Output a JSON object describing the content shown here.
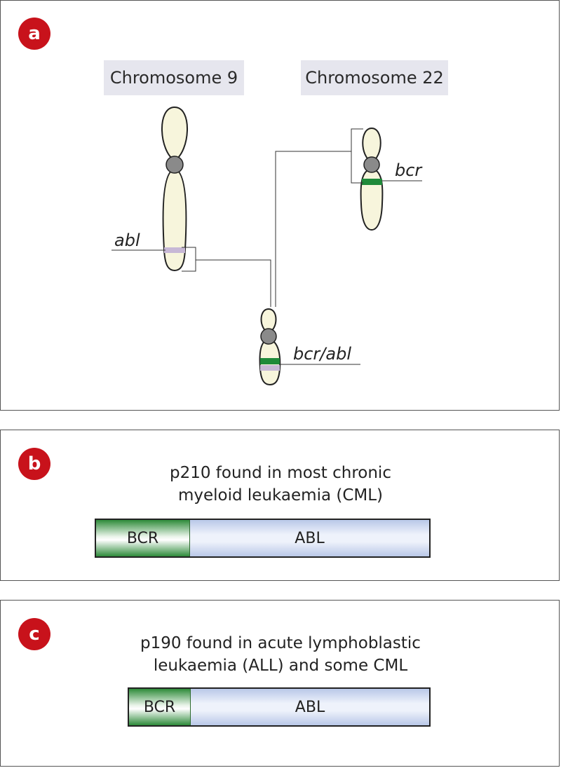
{
  "panel_a": {
    "badge": "a",
    "chromosome_9_title": "Chromosome 9",
    "chromosome_22_title": "Chromosome 22",
    "gene_abl": "abl",
    "gene_bcr": "bcr",
    "gene_fusion": "bcr/abl"
  },
  "panel_b": {
    "badge": "b",
    "caption_line1": "p210 found in most chronic",
    "caption_line2": "myeloid leukaemia (CML)",
    "bcr_label": "BCR",
    "abl_label": "ABL"
  },
  "panel_c": {
    "badge": "c",
    "caption_line1": "p190 found in acute lymphoblastic",
    "caption_line2": "leukaemia (ALL) and some CML",
    "bcr_label": "BCR",
    "abl_label": "ABL"
  },
  "colors": {
    "badge": "#c8121b",
    "chromosome_fill": "#f7f5dc",
    "centromere": "#8a8a8a",
    "bcr_band": "#1f8a3a",
    "abl_band": "#c7b8d6",
    "title_bg": "#e6e6ee"
  }
}
